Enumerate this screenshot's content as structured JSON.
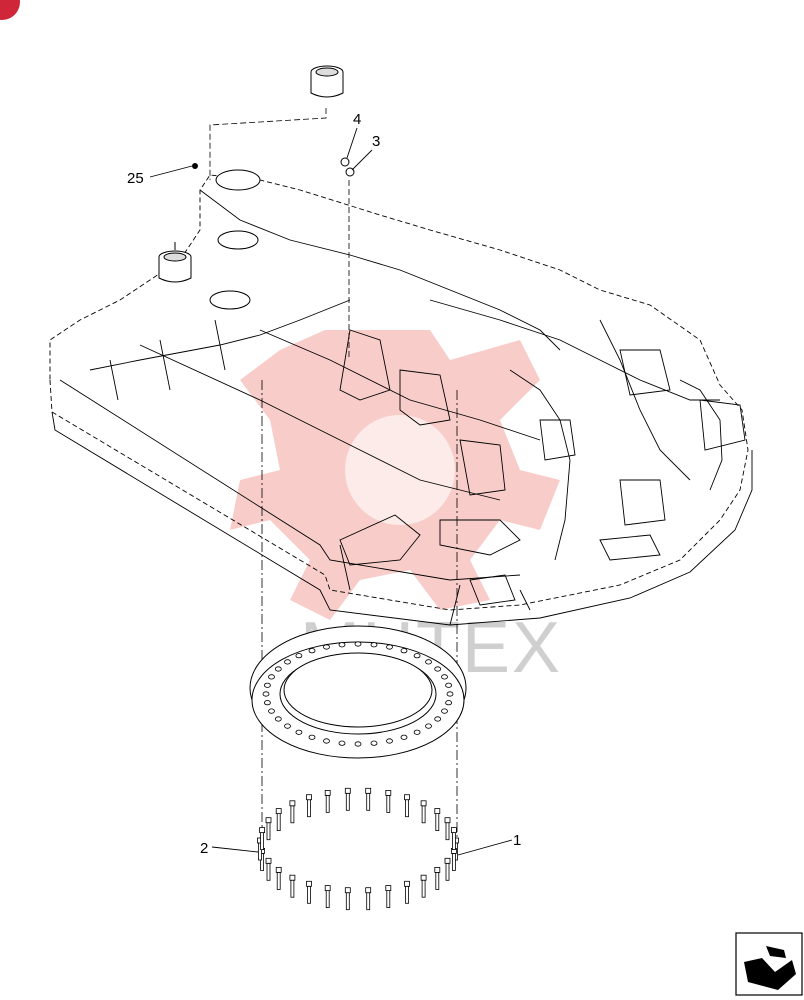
{
  "callouts": {
    "part_1": "1",
    "part_2": "2",
    "part_3": "3",
    "part_4": "4",
    "part_25": "25"
  },
  "watermark": {
    "text": "MHTEX",
    "color": "#d9534f"
  },
  "corner_badge": {
    "color": "#d0263a"
  },
  "nav_icon": {
    "name": "next-page-arrow-icon"
  },
  "colors": {
    "line": "#000000",
    "watermark_logo": "#e74c3c"
  }
}
